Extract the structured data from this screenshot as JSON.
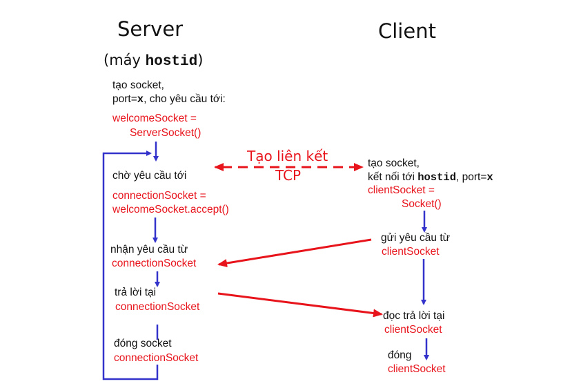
{
  "server": {
    "title": "Server",
    "host_prefix": "(máy ",
    "host_name": "hostid",
    "host_suffix": ")",
    "create_line1": "tạo socket,",
    "create_port_prefix": "port=",
    "create_port_var": "x",
    "create_port_suffix": ", cho yêu cầu tới:",
    "welcome_line1": "welcomeSocket =",
    "welcome_line2": "ServerSocket()",
    "wait": "chờ yêu cầu tới",
    "accept_line1": "connectionSocket =",
    "accept_line2": "welcomeSocket.accept()",
    "receive_line1": "nhận yêu cầu từ",
    "receive_line2": "connectionSocket",
    "reply_line1": "trả lời tại",
    "reply_line2": "connectionSocket",
    "close_line1": "đóng socket",
    "close_line2": "connectionSocket"
  },
  "client": {
    "title": "Client",
    "create_line1": "tạo socket,",
    "connect_prefix": "kết nối tới ",
    "connect_host": "hostid",
    "connect_mid": ", port=",
    "connect_port": "x",
    "socket_line1": "clientSocket =",
    "socket_line2": "Socket()",
    "send_line1": "gửi yêu cầu từ",
    "send_line2": "clientSocket",
    "read_line1": "đọc trả lời tại",
    "read_line2": "clientSocket",
    "close_line1": "đóng",
    "close_line2": "clientSocket"
  },
  "connection": {
    "line1": "Tạo liên kết",
    "line2": "TCP"
  },
  "colors": {
    "red": "#e8141c",
    "blue": "#3333cc"
  }
}
